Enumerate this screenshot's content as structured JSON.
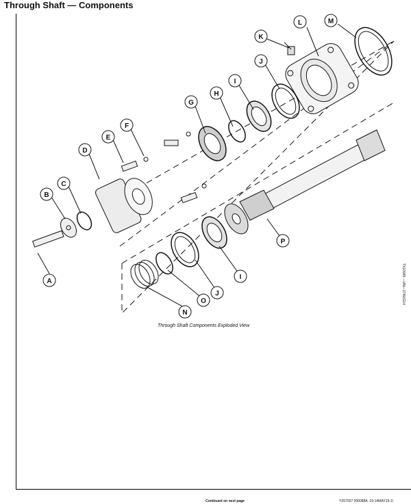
{
  "title": "Through Shaft — Components",
  "caption": "Through Shaft Components Exploded View",
  "side_code": "TX10945 —UN—17AUG14",
  "footer": {
    "continued": "Continued on next page",
    "code": "YZ07927 000088A -19-14MAY19-1/"
  },
  "callouts": [
    "A",
    "B",
    "C",
    "D",
    "E",
    "F",
    "G",
    "H",
    "I",
    "J",
    "K",
    "L",
    "M",
    "N",
    "O",
    "I",
    "J",
    "P"
  ]
}
